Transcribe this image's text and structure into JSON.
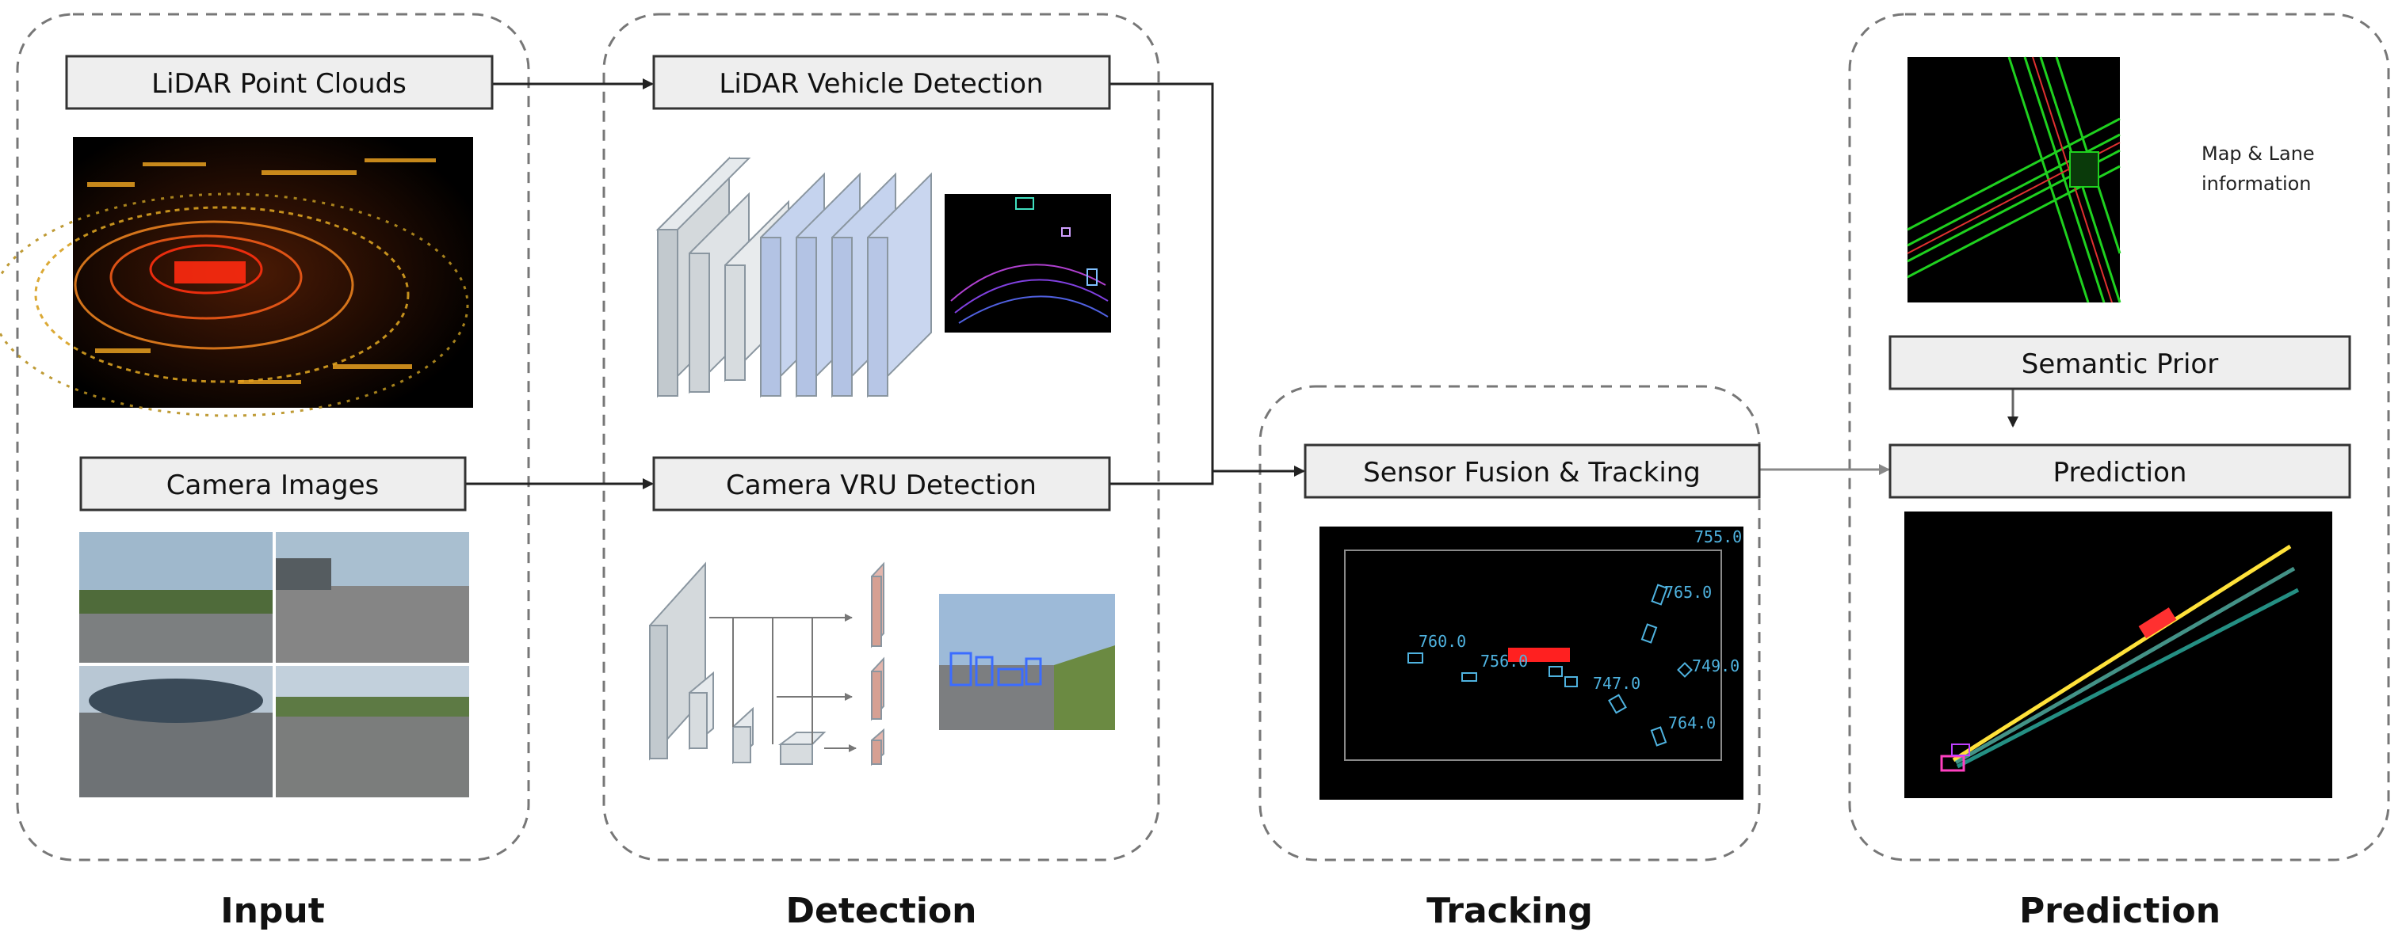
{
  "input": {
    "stage_label": "Input",
    "lidar_box": "LiDAR Point Clouds",
    "camera_box": "Camera Images"
  },
  "detection": {
    "stage_label": "Detection",
    "lidar_box": "LiDAR Vehicle Detection",
    "camera_box": "Camera VRU Detection"
  },
  "tracking": {
    "stage_label": "Tracking",
    "fusion_box": "Sensor Fusion & Tracking",
    "track_ids": [
      "755.0",
      "765.0",
      "760.0",
      "756.0",
      "747.0",
      "749.0",
      "764.0"
    ]
  },
  "prediction": {
    "stage_label": "Prediction",
    "map_caption_line1": "Map & Lane",
    "map_caption_line2": "information",
    "semantic_box": "Semantic Prior",
    "prediction_box": "Prediction"
  },
  "colors": {
    "box_fill": "#eeeeee",
    "box_stroke": "#333333",
    "dash_stroke": "#777777",
    "arrow": "#222222",
    "cnn_gray": "#d4d9dc",
    "cnn_blue": "#c5d3ee",
    "cnn_pink": "#e3b6ad",
    "lidar_hot": "#ff3010",
    "lidar_warm": "#e8a020",
    "track_cyan": "#4fb3e0",
    "lane_green": "#1fd11f",
    "traj_yellow": "#ffe23a"
  }
}
